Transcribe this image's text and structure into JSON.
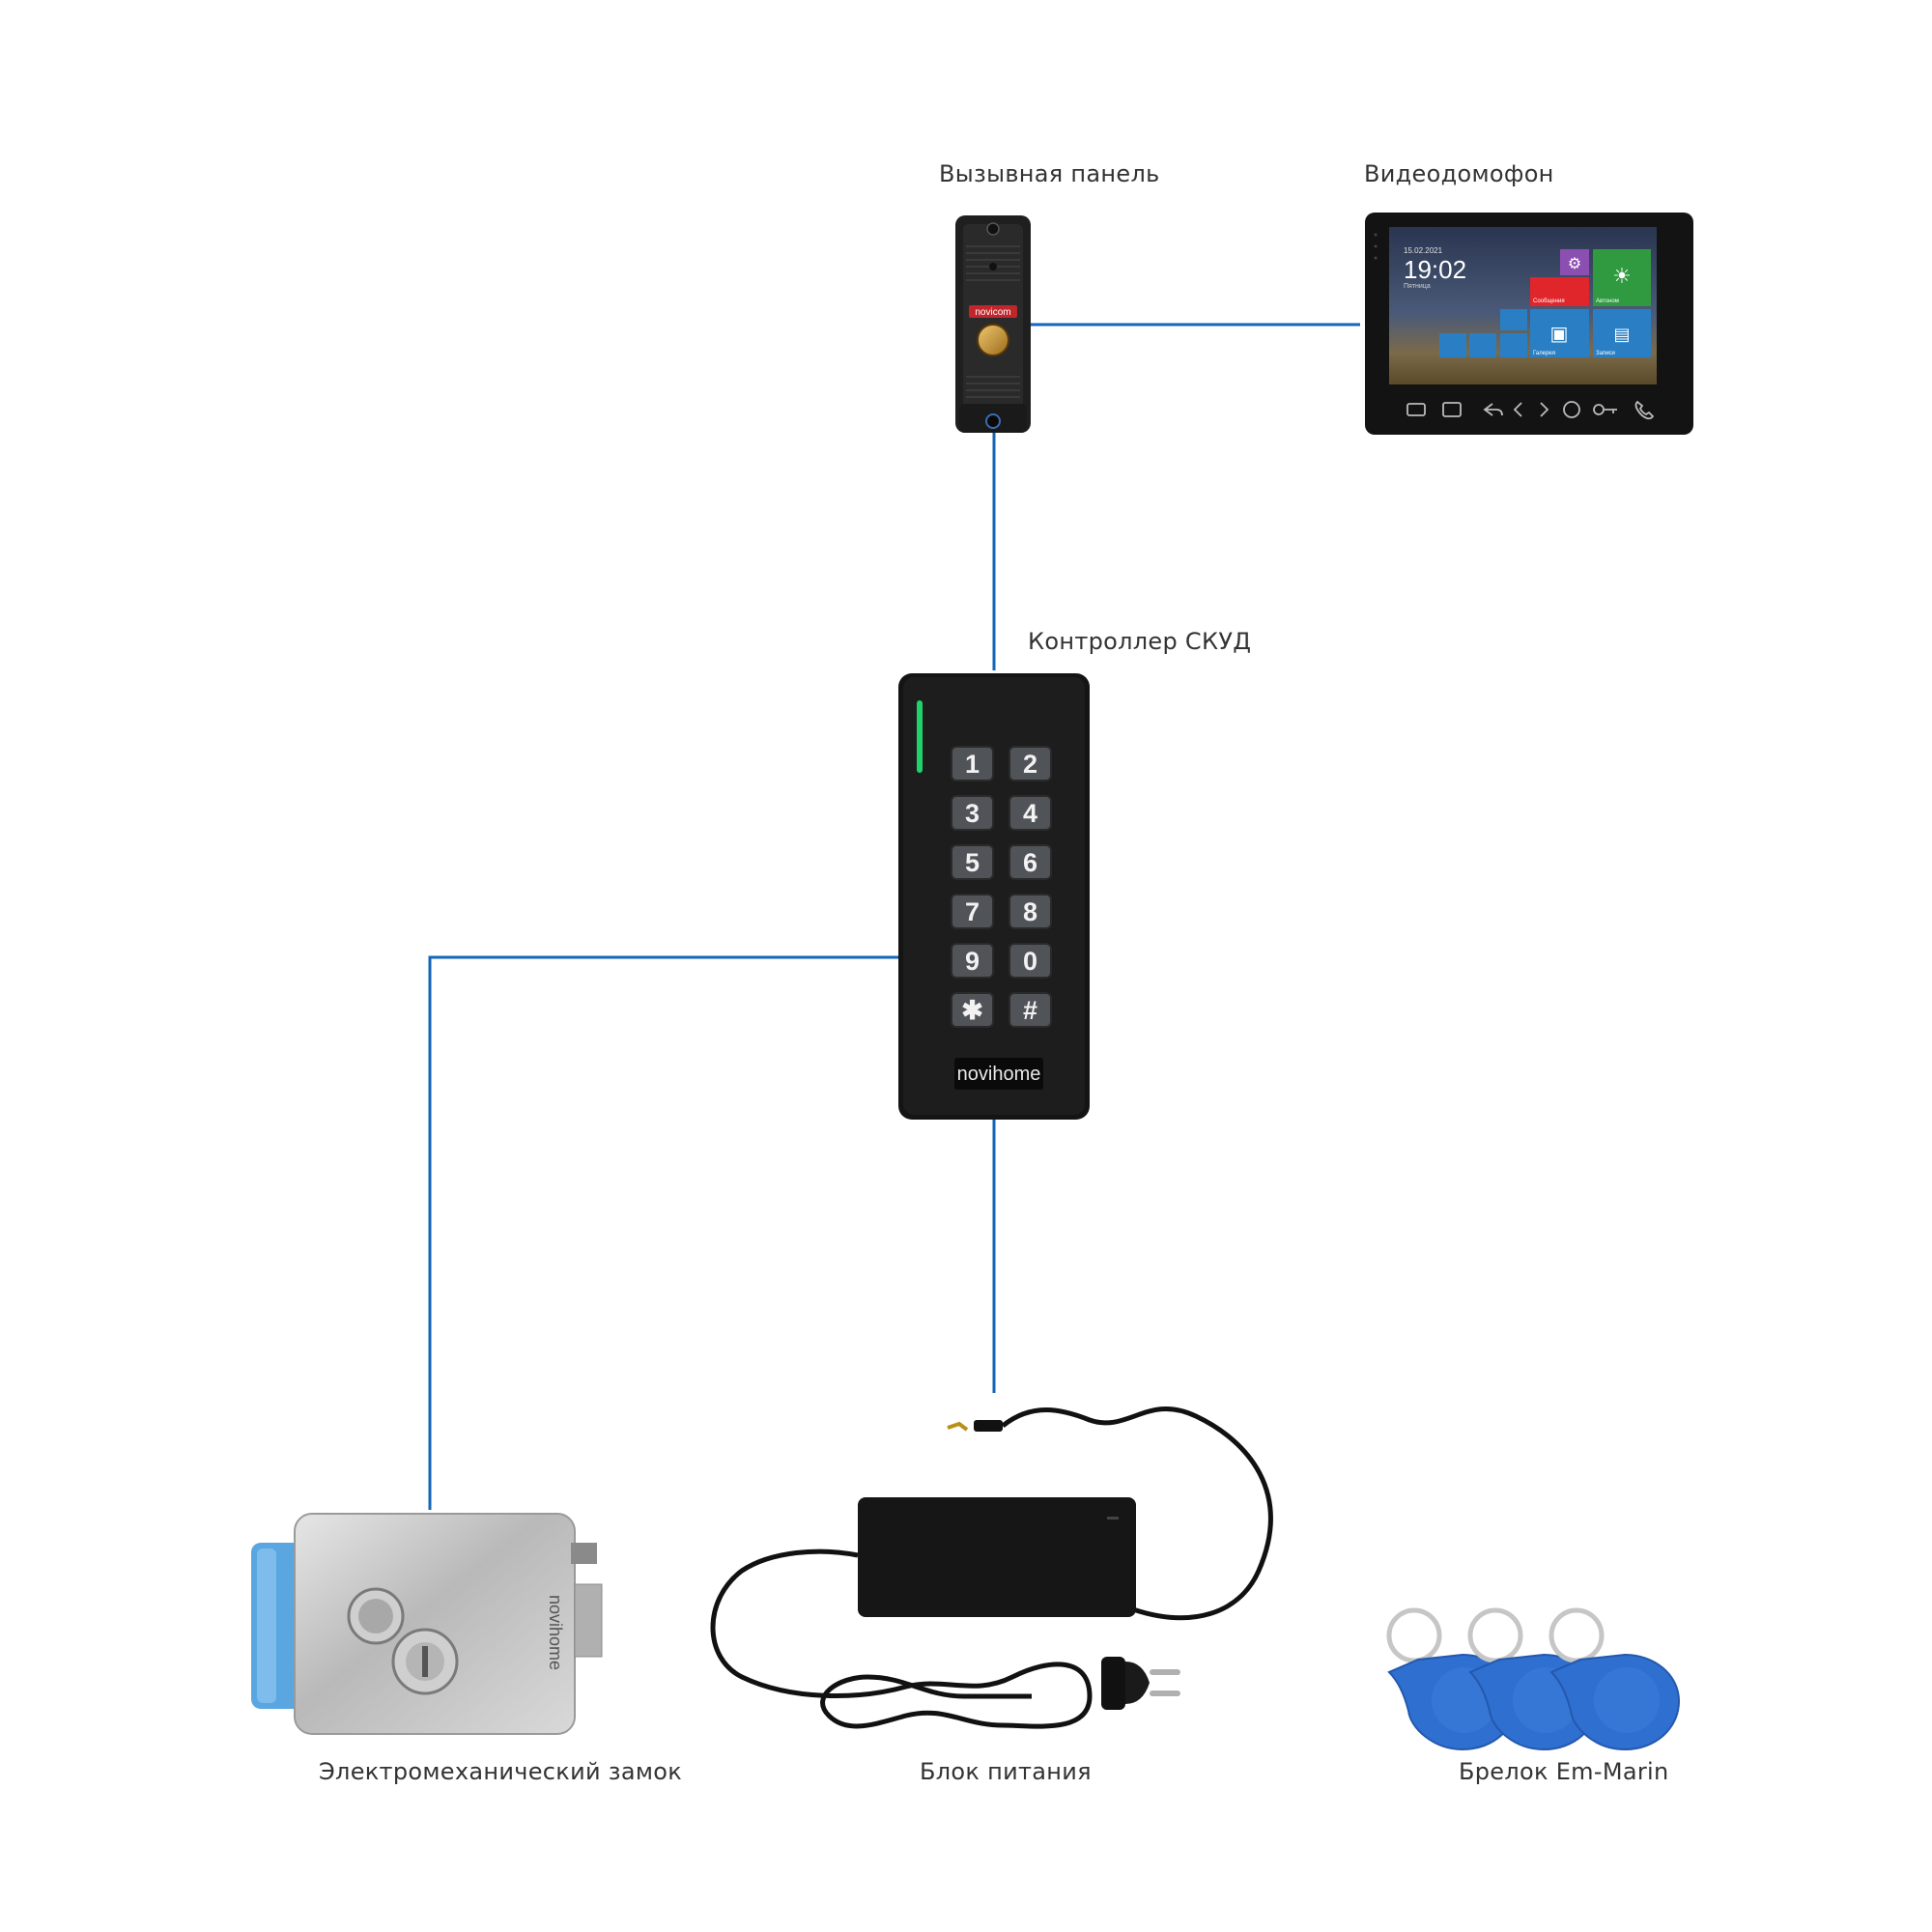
{
  "colors": {
    "wire": "#1565b8",
    "device_black": "#1c1c1c",
    "key": "#505357",
    "led": "#1fd36a",
    "tile_red": "#e0252b",
    "tile_green": "#2f9a3f",
    "tile_blue": "#2a7fc4",
    "tile_purple": "#8a4fb0",
    "fob_blue": "#2e6fd0",
    "lock_side_blue": "#5aa6e0"
  },
  "labels": {
    "call_panel": "Вызывная панель",
    "monitor": "Видеодомофон",
    "controller": "Контроллер СКУД",
    "lock": "Электромеханический замок",
    "psu": "Блок питания",
    "fob": "Брелок Em-Marin"
  },
  "call_panel": {
    "brand": "novicom"
  },
  "monitor": {
    "date": "15.02.2021",
    "time": "19:02",
    "day": "Пятница",
    "tiles": [
      "Сообщения",
      "Автоном",
      "Галерея",
      "Записи"
    ],
    "buttons": [
      "intercom-icon",
      "photo-icon",
      "back-icon",
      "left-icon",
      "right-icon",
      "settings-icon",
      "key-icon",
      "phone-icon"
    ]
  },
  "controller": {
    "keys": [
      "1",
      "2",
      "3",
      "4",
      "5",
      "6",
      "7",
      "8",
      "9",
      "0",
      "✱",
      "#"
    ],
    "brand": "novihome"
  },
  "lock": {
    "brand": "novihome"
  }
}
